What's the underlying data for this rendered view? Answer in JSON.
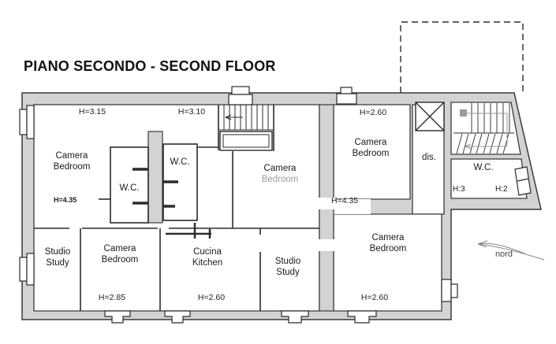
{
  "title": "PIANO SECONDO - SECOND FLOOR",
  "zones": {
    "h_315": "H=3.15",
    "h_310": "H=3.10"
  },
  "rooms": {
    "bedroom_top_left": {
      "name_it": "Camera",
      "name_en": "Bedroom",
      "height": "H=4.35"
    },
    "wc_left": {
      "name": "W.C."
    },
    "wc_middle": {
      "name": "W.C."
    },
    "bedroom_center": {
      "name_it": "Camera",
      "name_en": "Bedroom"
    },
    "bedroom_top_right": {
      "name_it": "Camera",
      "name_en": "Bedroom",
      "height_top": "H=2.60",
      "height_bottom": "H=4.35"
    },
    "hallway": {
      "name": "dis."
    },
    "wc_right": {
      "name": "W.C.",
      "height_left": "H:3",
      "height_right": "H:2"
    },
    "studio_left": {
      "name_it": "Studio",
      "name_en": "Study"
    },
    "bedroom_bottom_left": {
      "name_it": "Camera",
      "name_en": "Bedroom",
      "height": "H=2.85"
    },
    "kitchen": {
      "name_it": "Cucina",
      "name_en": "Kitchen",
      "height": "H=2.60"
    },
    "studio_middle": {
      "name_it": "Studio",
      "name_en": "Study"
    },
    "bedroom_bottom_right": {
      "name_it": "Camera",
      "name_en": "Bedroom",
      "height": "H=2.60"
    }
  },
  "compass": {
    "north_label": "nord"
  },
  "colors": {
    "wall_fill": "#d3d3d3",
    "outline": "#3a3a3a",
    "text": "#1a1a1a",
    "muted_text": "#9a9a9a",
    "background": "#ffffff"
  }
}
